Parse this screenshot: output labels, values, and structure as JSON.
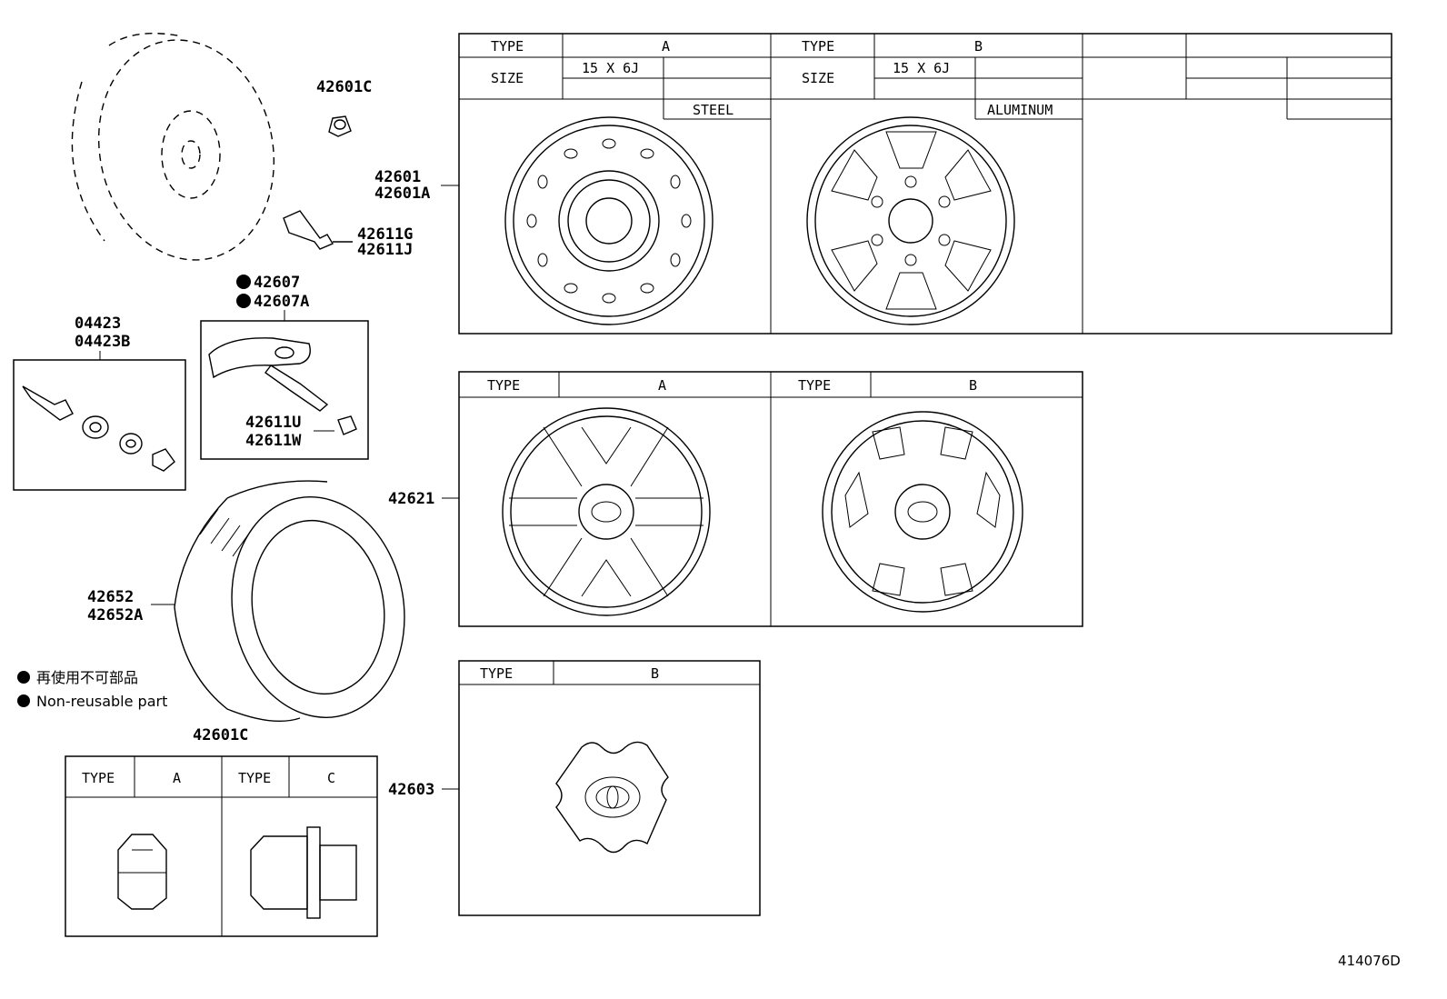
{
  "labels": {
    "p42601C_top": "42601C",
    "p42601": "42601",
    "p42601A": "42601A",
    "p42611G": "42611G",
    "p42611J": "42611J",
    "p42607": "42607",
    "p42607A": "42607A",
    "p04423": "04423",
    "p04423B": "04423B",
    "p42611U": "42611U",
    "p42611W": "42611W",
    "p42652": "42652",
    "p42652A": "42652A",
    "p42601C_table": "42601C",
    "p42621": "42621",
    "p42603": "42603",
    "diagram_id": "414076D"
  },
  "legend": {
    "jp": "再使用不可部品",
    "en": "Non-reusable part"
  },
  "wheel_table": {
    "type_label": "TYPE",
    "size_label": "SIZE",
    "type_a": "A",
    "type_b": "B",
    "size_a": "15 X 6J",
    "size_b": "15 X 6J",
    "material_a": "STEEL",
    "material_b": "ALUMINUM"
  },
  "ornament_table": {
    "type_label": "TYPE",
    "type_a": "A",
    "type_b": "B"
  },
  "cap_table": {
    "type_label": "TYPE",
    "type_b": "B"
  },
  "nut_table": {
    "type_label": "TYPE",
    "type_a": "A",
    "type_c": "C"
  }
}
